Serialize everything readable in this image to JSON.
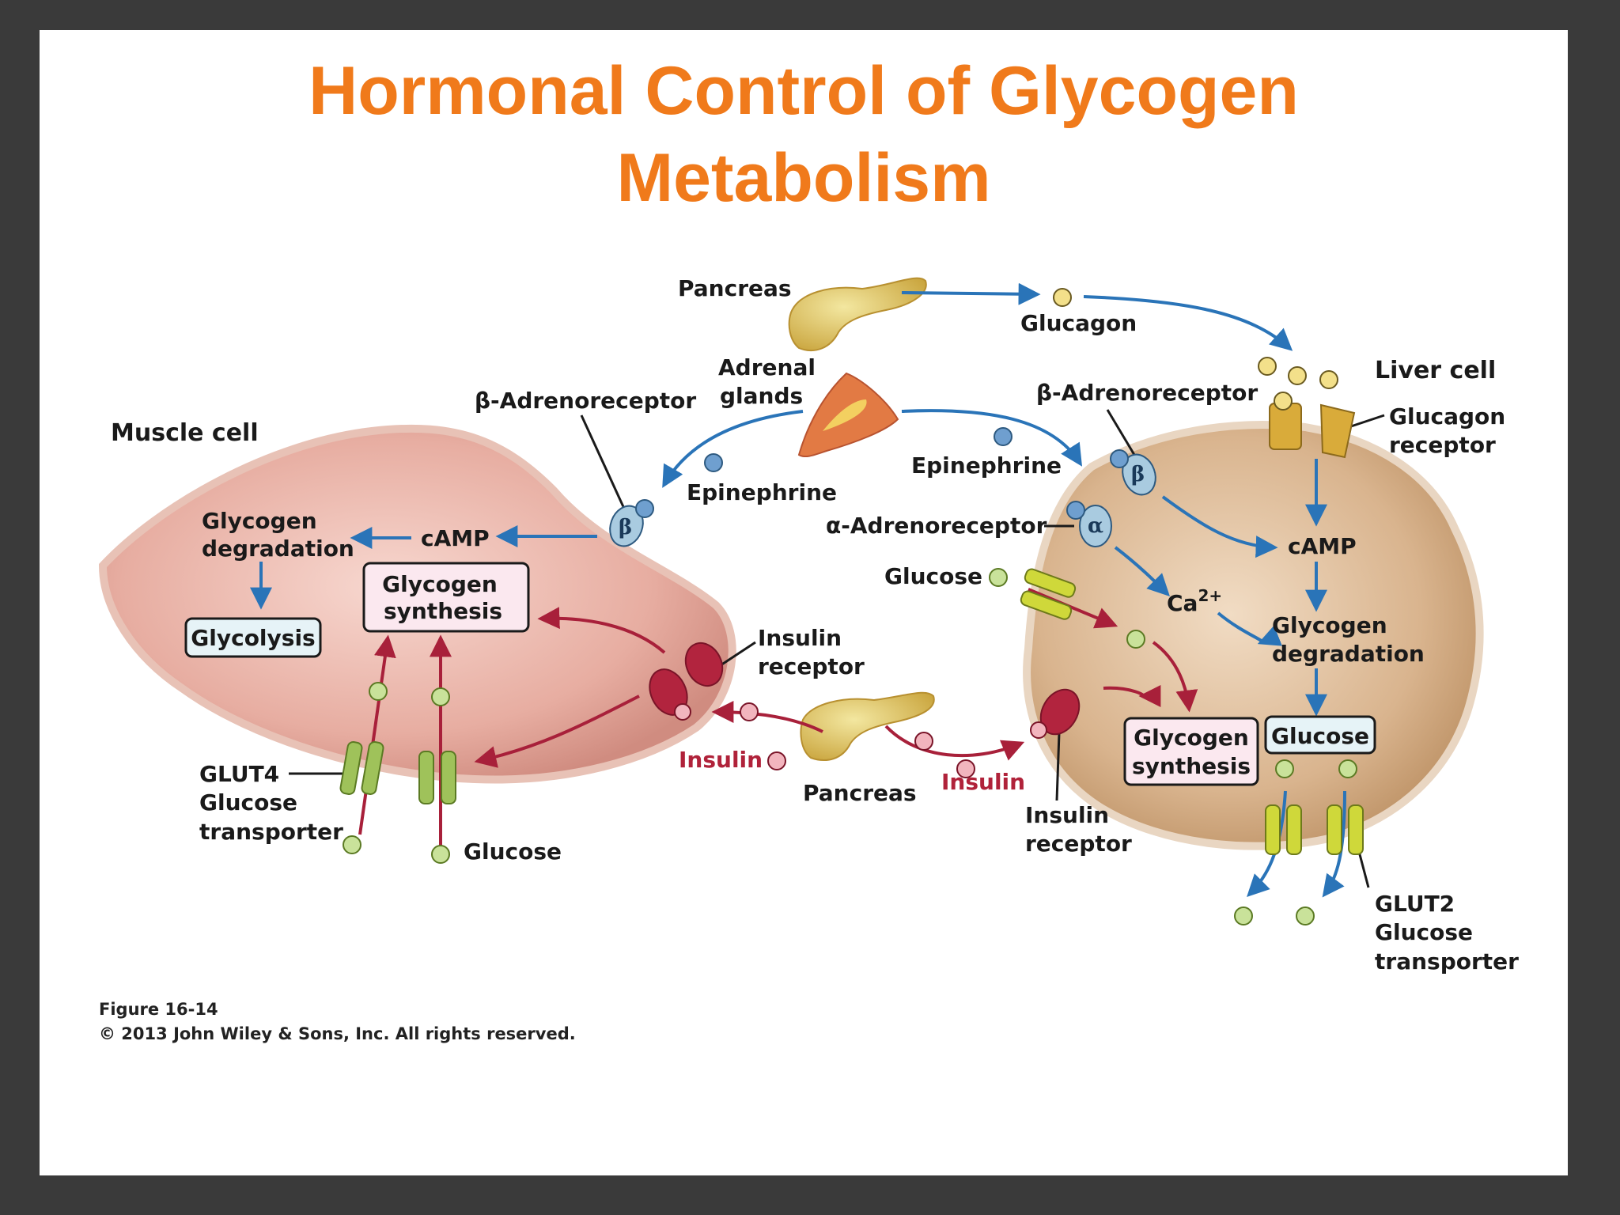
{
  "title": {
    "line1": "Hormonal Control of Glycogen",
    "line2": "Metabolism"
  },
  "labels": {
    "pancreas_top": "Pancreas",
    "glucagon": "Glucagon",
    "liver_cell": "Liver cell",
    "adrenal_l1": "Adrenal",
    "adrenal_l2": "glands",
    "beta_adreno_left": "β-Adrenoreceptor",
    "beta_adreno_right": "β-Adrenoreceptor",
    "glucagon_receptor_l1": "Glucagon",
    "glucagon_receptor_l2": "receptor",
    "muscle_cell": "Muscle cell",
    "epinephrine_left": "Epinephrine",
    "epinephrine_right": "Epinephrine",
    "glycogen_degradation_muscle_l1": "Glycogen",
    "glycogen_degradation_muscle_l2": "degradation",
    "camp_muscle": "cAMP",
    "alpha_adreno": "α-Adrenoreceptor",
    "camp_liver": "cAMP",
    "glucose_liver_in": "Glucose",
    "ca": "Ca",
    "ca_sup": "2+",
    "glycogen_degradation_liver_l1": "Glycogen",
    "glycogen_degradation_liver_l2": "degradation",
    "insulin_receptor_muscle_l1": "Insulin",
    "insulin_receptor_muscle_l2": "receptor",
    "insulin_left": "Insulin",
    "insulin_right": "Insulin",
    "pancreas_bottom": "Pancreas",
    "glut4_l1": "GLUT4",
    "glut4_l2": "Glucose",
    "glut4_l3": "transporter",
    "glucose_muscle": "Glucose",
    "insulin_receptor_liver_l1": "Insulin",
    "insulin_receptor_liver_l2": "receptor",
    "glut2_l1": "GLUT2",
    "glut2_l2": "Glucose",
    "glut2_l3": "transporter",
    "beta_symbol": "β",
    "alpha_symbol": "α"
  },
  "boxes": {
    "glycolysis": "Glycolysis",
    "glycogen_synthesis_muscle_l1": "Glycogen",
    "glycogen_synthesis_muscle_l2": "synthesis",
    "glycogen_synthesis_liver_l1": "Glycogen",
    "glycogen_synthesis_liver_l2": "synthesis",
    "glucose_liver": "Glucose"
  },
  "caption": {
    "figure": "Figure 16-14",
    "copyright": "© 2013 John Wiley & Sons, Inc. All rights reserved."
  },
  "colors": {
    "title": "#f07a1b",
    "blue_arrow": "#2a74b8",
    "red_arrow": "#a8203a",
    "muscle_cell": "#e9b3a8",
    "liver_cell": "#d9b48e"
  }
}
